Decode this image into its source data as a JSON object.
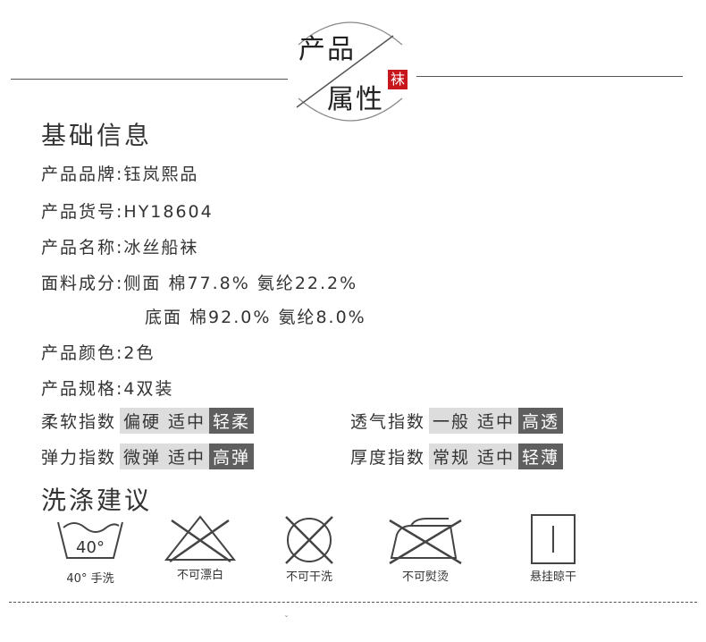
{
  "header": {
    "title_top": "产品",
    "title_bottom": "属性",
    "tag": "袜"
  },
  "basic": {
    "heading": "基础信息",
    "brand": "产品品牌:钰岚熙品",
    "sku": "产品货号:HY18604",
    "name": "产品名称:冰丝船袜",
    "material_1": "面料成分:侧面 棉77.8% 氨纶22.2%",
    "material_2": "底面 棉92.0% 氨纶8.0%",
    "color": "产品颜色:2色",
    "spec": "产品规格:4双装"
  },
  "scales": {
    "softness": {
      "label": "柔软指数",
      "options": [
        "偏硬",
        "适中",
        "轻柔"
      ],
      "selected": 2
    },
    "breathability": {
      "label": "透气指数",
      "options": [
        "一般",
        "适中",
        "高透"
      ],
      "selected": 2
    },
    "elasticity": {
      "label": "弹力指数",
      "options": [
        "微弹",
        "适中",
        "高弹"
      ],
      "selected": 2
    },
    "thickness": {
      "label": "厚度指数",
      "options": [
        "常规",
        "适中",
        "轻薄"
      ],
      "selected": 2
    }
  },
  "care": {
    "heading": "洗涤建议",
    "wash_temp": "40°",
    "items": [
      "40° 手洗",
      "不可漂白",
      "不可干洗",
      "不可熨烫",
      "悬挂晾干"
    ]
  },
  "footer": {
    "mark": "ˇ"
  }
}
